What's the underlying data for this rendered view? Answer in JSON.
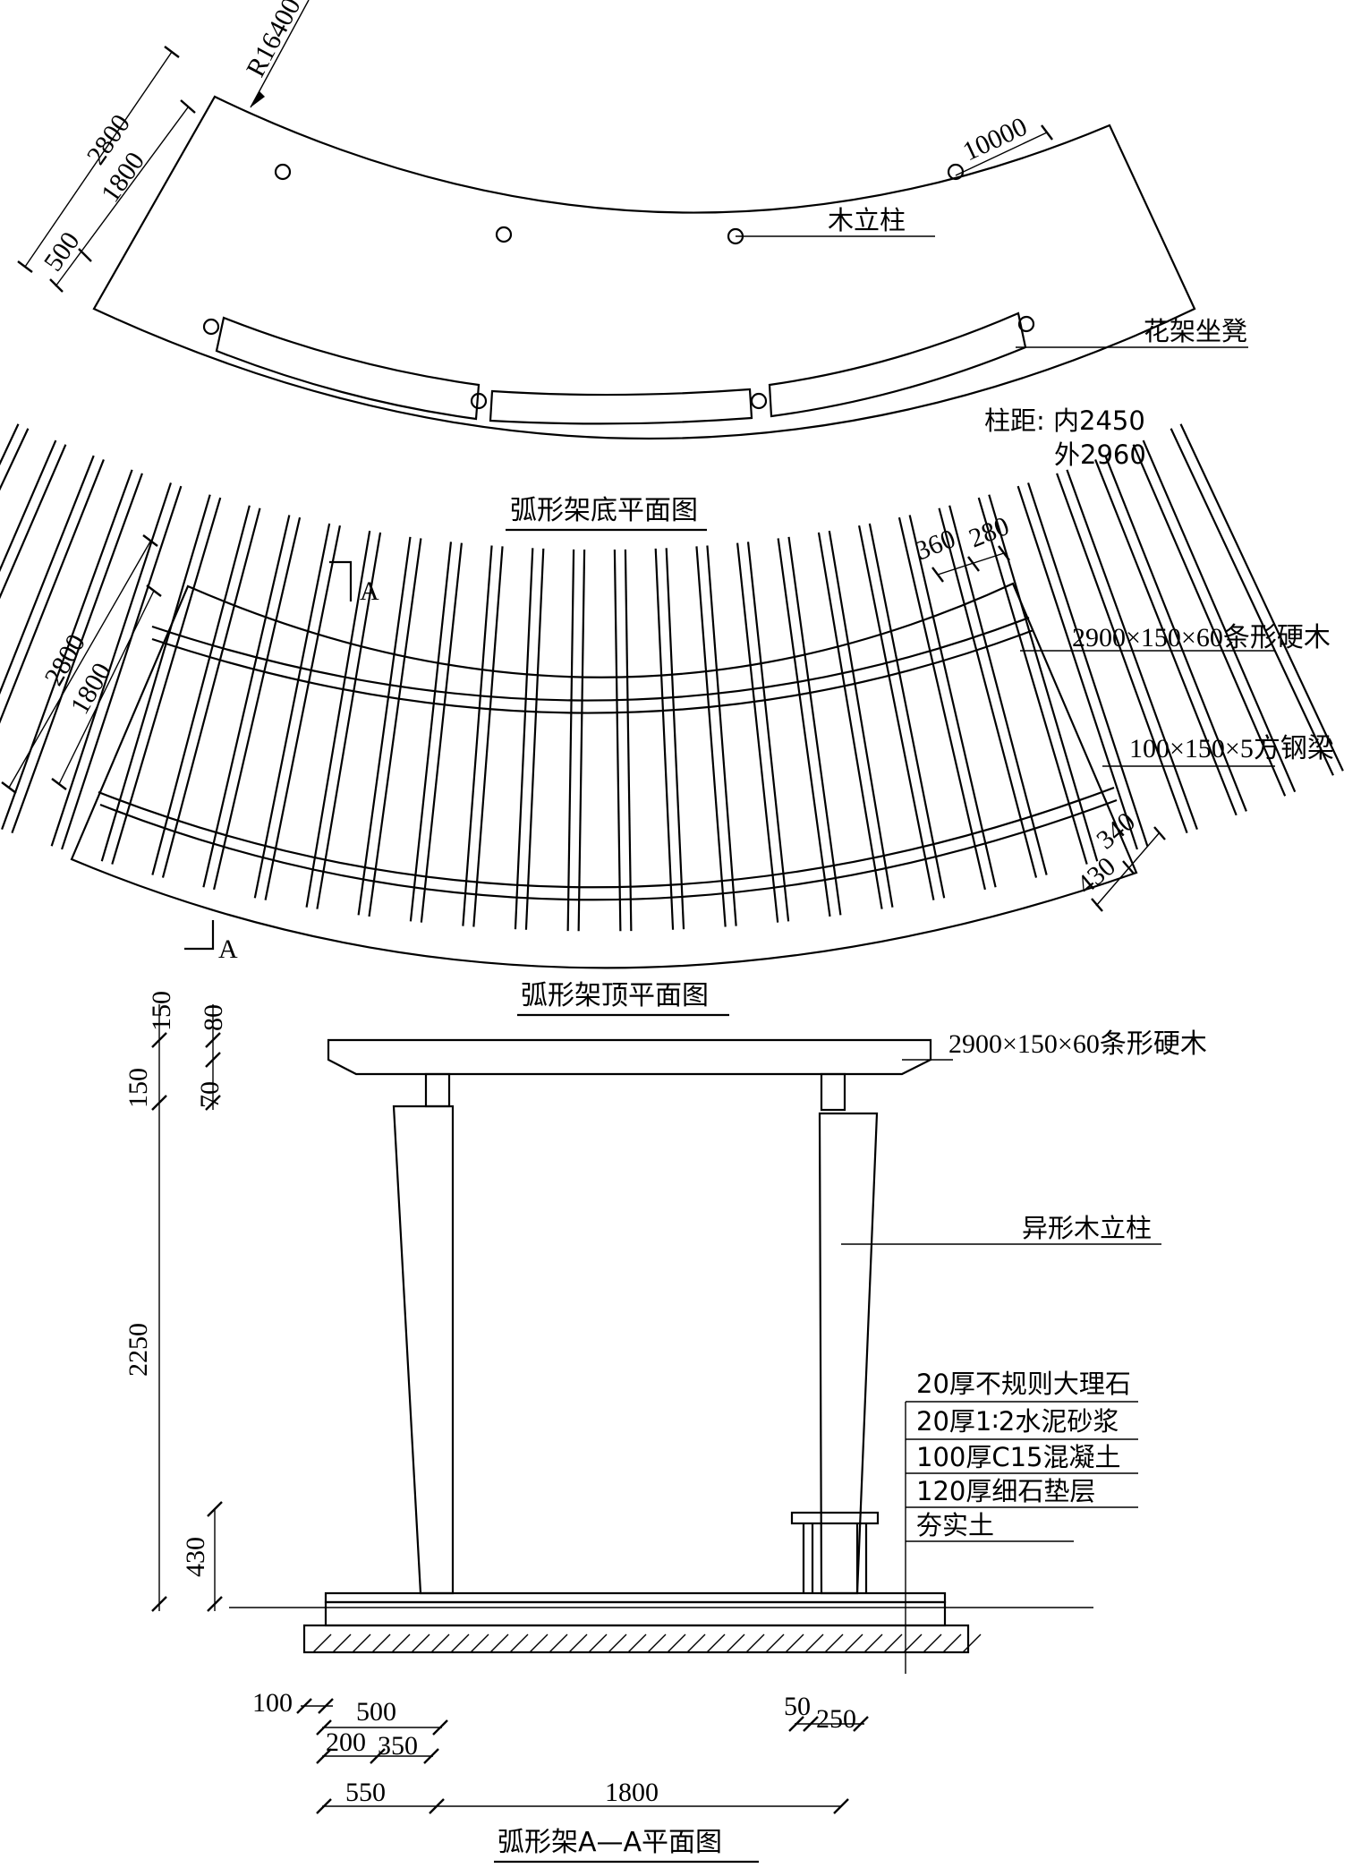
{
  "plan1": {
    "title": "弧形架底平面图",
    "radius": "R16400",
    "dim_outer": "2800",
    "dim_mid": "1800",
    "dim_small": "500",
    "dim_right": "10000",
    "label_post": "木立柱",
    "label_bench": "花架坐凳",
    "spacing_label": "柱距: 内2450",
    "spacing_outer": "外2960"
  },
  "plan2": {
    "title": "弧形架顶平面图",
    "dim_outer": "2800",
    "dim_mid": "1800",
    "dim_top_a": "360",
    "dim_top_b": "280",
    "dim_low_a": "340",
    "dim_low_b": "430",
    "label_wood": "2900×150×60条形硬木",
    "label_steel": "100×150×5方钢梁",
    "section_mark": "A"
  },
  "section": {
    "title": "弧形架A—A平面图",
    "label_wood": "2900×150×60条形硬木",
    "label_post": "异形木立柱",
    "layers": [
      "20厚不规则大理石",
      "20厚1∶2水泥砂浆",
      "100厚C15混凝土",
      "120厚细石垫层",
      "夯实土"
    ],
    "left_dims": [
      "150",
      "150",
      "2250",
      "430"
    ],
    "left_dims2": [
      "80",
      "70"
    ],
    "bottom_dims": [
      "100",
      "500",
      "200",
      "350",
      "50",
      "250",
      "550",
      "1800"
    ]
  }
}
